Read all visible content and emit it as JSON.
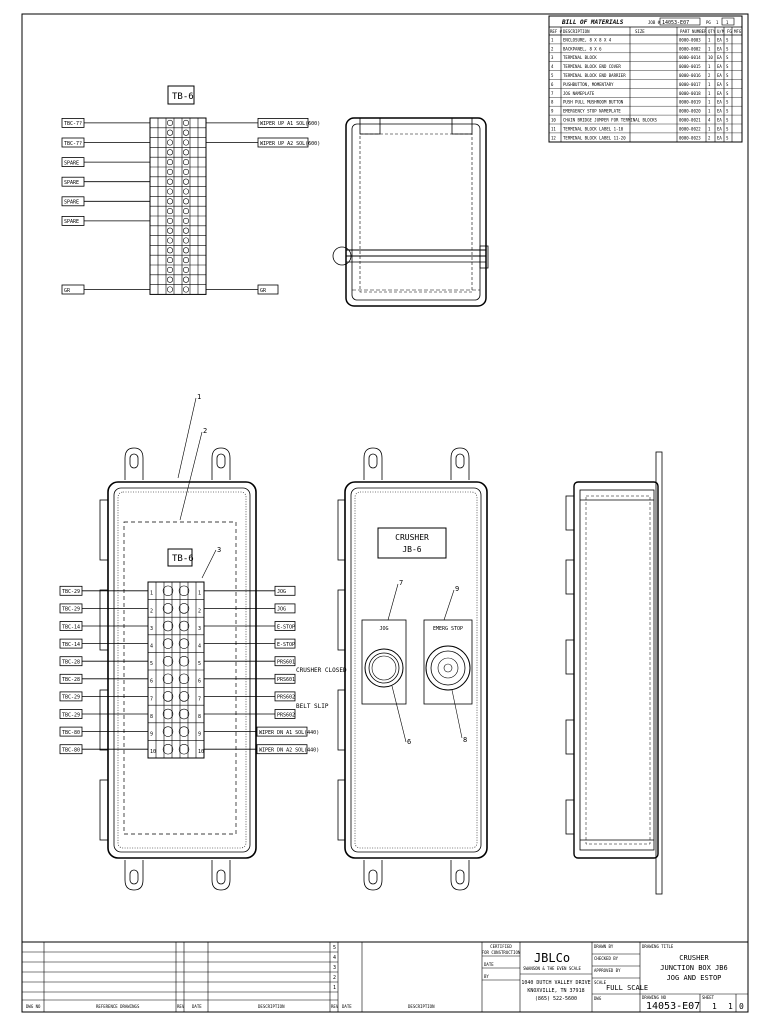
{
  "bom": {
    "title": "BILL OF MATERIALS",
    "job_label": "JOB #",
    "job_value": "14053-E07",
    "page_label": "PG",
    "page_value": "1",
    "page_of": "1",
    "headers": [
      "REF #",
      "DESCRIPTION",
      "SIZE",
      "PART NUMBER",
      "QTY",
      "U/M",
      "FG",
      "MFG"
    ],
    "rows": [
      [
        "1",
        "ENCLOSURE, 8 X 8 X 4",
        "",
        "0000-0003",
        "1",
        "EA",
        "S"
      ],
      [
        "2",
        "BACKPANEL, 8 X 6",
        "",
        "0000-0002",
        "1",
        "EA",
        "S"
      ],
      [
        "3",
        "TERMINAL BLOCK",
        "",
        "0000-0014",
        "10",
        "EA",
        "S"
      ],
      [
        "4",
        "TERMINAL BLOCK END COVER",
        "",
        "0000-0015",
        "1",
        "EA",
        "S"
      ],
      [
        "5",
        "TERMINAL BLOCK END BARRIER",
        "",
        "0000-0016",
        "2",
        "EA",
        "S"
      ],
      [
        "6",
        "PUSHBUTTON, MOMENTARY",
        "",
        "0000-0017",
        "1",
        "EA",
        "S"
      ],
      [
        "7",
        "JOG NAMEPLATE",
        "",
        "0000-0018",
        "1",
        "EA",
        "S"
      ],
      [
        "8",
        "PUSH PULL MUSHROOM BUTTON",
        "",
        "0000-0019",
        "1",
        "EA",
        "S"
      ],
      [
        "9",
        "EMERGENCY STOP NAMEPLATE",
        "",
        "0000-0020",
        "1",
        "EA",
        "S"
      ],
      [
        "10",
        "CHAIN BRIDGE JUMPER FOR TERMINAL BLOCKS",
        "",
        "0000-0021",
        "4",
        "EA",
        "S"
      ],
      [
        "11",
        "TERMINAL BLOCK LABEL 1-10",
        "",
        "0000-0022",
        "1",
        "EA",
        "S"
      ],
      [
        "12",
        "TERMINAL BLOCK LABEL 11-20",
        "",
        "0000-0023",
        "2",
        "EA",
        "S"
      ]
    ]
  },
  "top_schematic": {
    "title": "TB-6",
    "left_labels": [
      "TBC-7?",
      "TBC-7?",
      "SPARE",
      "SPARE",
      "SPARE",
      "SPARE",
      "GR"
    ],
    "right_labels": [
      "WIPER UP A1 SOL(600)",
      "WIPER UP A2 SOL(600)",
      "GR"
    ]
  },
  "panel_view": {
    "tb_label": "TB-6",
    "left_labels": [
      "TBC-29",
      "TBC-29",
      "TBC-14",
      "TBC-14",
      "TBC-28",
      "TBC-28",
      "TBC-29",
      "TBC-29",
      "TBC-80",
      "TBC-80"
    ],
    "right_labels": [
      "JOG",
      "JOG",
      "E-STOP",
      "E-STOP",
      "PRS601",
      "PRS601",
      "PRS602",
      "PRS602",
      "WIPER DN A1 SOL(440)",
      "WIPER DN A2 SOL(440)"
    ],
    "terminal_numbers": [
      "1",
      "2",
      "3",
      "4",
      "5",
      "6",
      "7",
      "8",
      "9",
      "10"
    ],
    "side_notes": [
      "CRUSHER CLOSED",
      "BELT SLIP"
    ],
    "callouts": [
      "1",
      "2",
      "3"
    ]
  },
  "door_view": {
    "nameplate_line1": "CRUSHER",
    "nameplate_line2": "JB-6",
    "jog_label": "JOG",
    "estop_label": "EMERG STOP",
    "callouts": [
      "7",
      "9",
      "6",
      "8"
    ]
  },
  "title_block": {
    "cert_line1": "CERTIFIED",
    "cert_line2": "FOR CONSTRUCTION",
    "date_label": "DATE",
    "by_label": "BY",
    "company": "JBLCo",
    "company_sub": "SWANSON & THE EVEN SCALE",
    "address1": "1040 DUTCH VALLEY DRIVE",
    "address2": "KNOXVILLE, TN 37918",
    "phone": "(865) 522-5600",
    "drawn_label": "DRAWN BY",
    "checked_label": "CHECKED BY",
    "approved_label": "APPROVED BY",
    "scale_label": "SCALE",
    "scale_value": "FULL SCALE",
    "dwg_label": "DWG",
    "title_label": "DRAWING TITLE",
    "title1": "CRUSHER",
    "title2": "JUNCTION BOX JB6",
    "title3": "JOG AND ESTOP",
    "drawing_no_label": "DRAWING NO",
    "drawing_no": "14053-E07",
    "sheet_label": "SHEET",
    "sheet_value": "1",
    "of_value": "1",
    "rev_value": "0",
    "rev_numbers": [
      "5",
      "4",
      "3",
      "2",
      "1"
    ],
    "left_headers": [
      "DWG NO",
      "REFERENCE DRAWINGS",
      "REV",
      "DATE",
      "DESCRIPTION",
      "REV",
      "DATE",
      "DESCRIPTION"
    ]
  }
}
